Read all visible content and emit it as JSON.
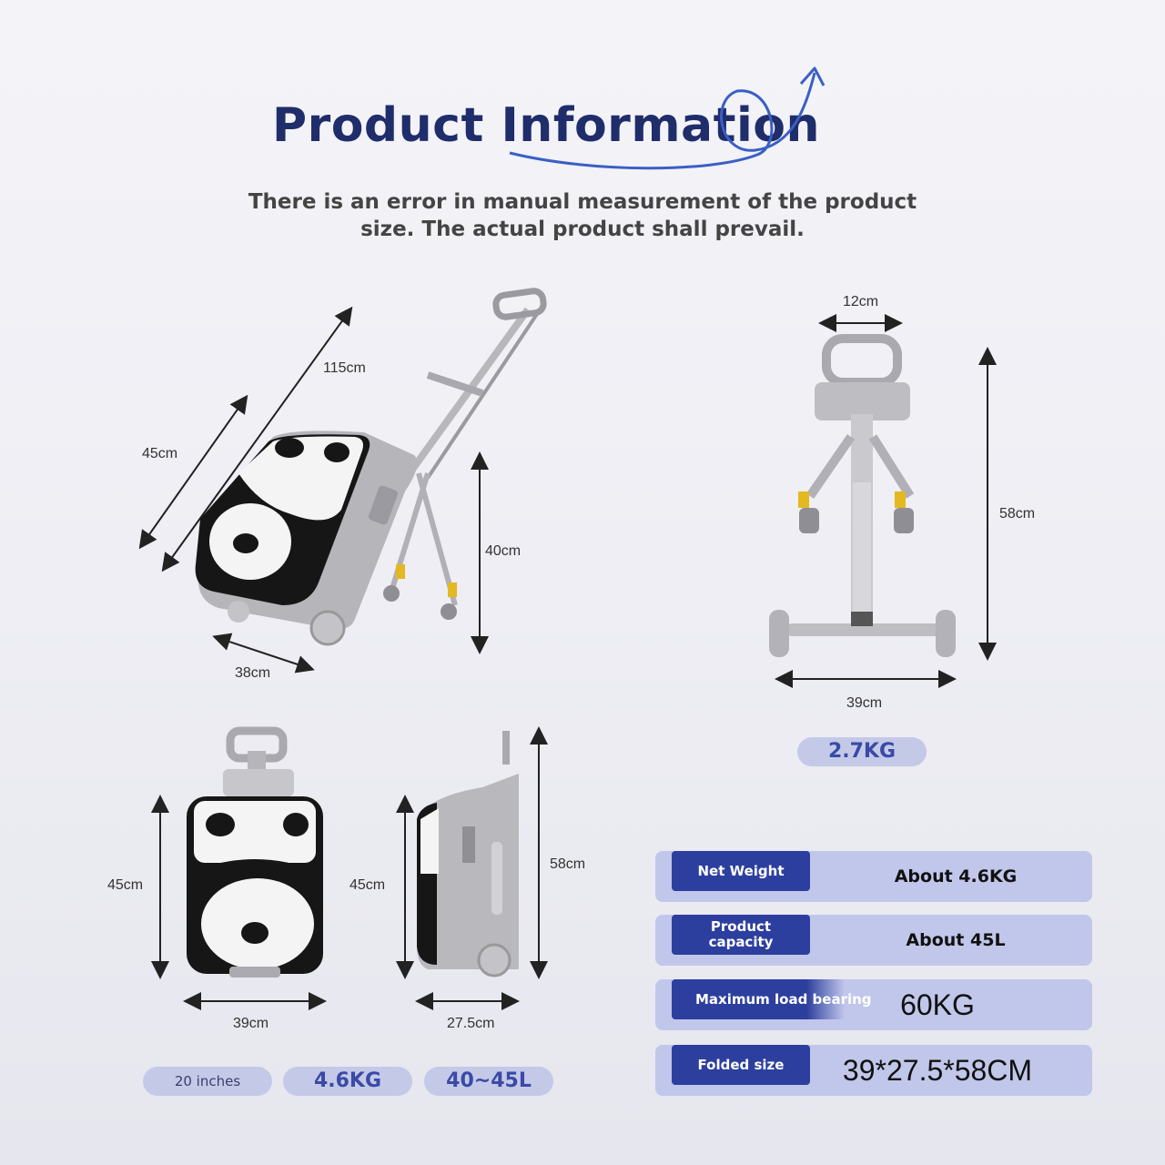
{
  "header": {
    "title": "Product Information",
    "subtitle": "There is an error in manual measurement of the product size. The actual product shall prevail."
  },
  "dimensions": {
    "iso_length": "115cm",
    "iso_width": "45cm",
    "iso_height": "40cm",
    "iso_depth": "38cm",
    "frame_top": "12cm",
    "frame_height": "58cm",
    "frame_width": "39cm",
    "front_height": "45cm",
    "front_width": "39cm",
    "side_height": "45cm",
    "side_total_height": "58cm",
    "side_depth": "27.5cm"
  },
  "badges": {
    "frame_weight": "2.7KG",
    "size": "20 inches",
    "weight": "4.6KG",
    "capacity": "40~45L"
  },
  "specs": [
    {
      "label": "Net Weight",
      "value": "About 4.6KG"
    },
    {
      "label": "Product capacity",
      "value": "About 45L"
    },
    {
      "label": "Maximum load bearing",
      "value": "60KG"
    },
    {
      "label": "Folded size",
      "value": "39*27.5*58CM"
    }
  ],
  "colors": {
    "title": "#1f2d6b",
    "accent": "#2d3f9e",
    "pill_bg": "#c4c9e8",
    "row_bg": "#c1c7ea"
  }
}
